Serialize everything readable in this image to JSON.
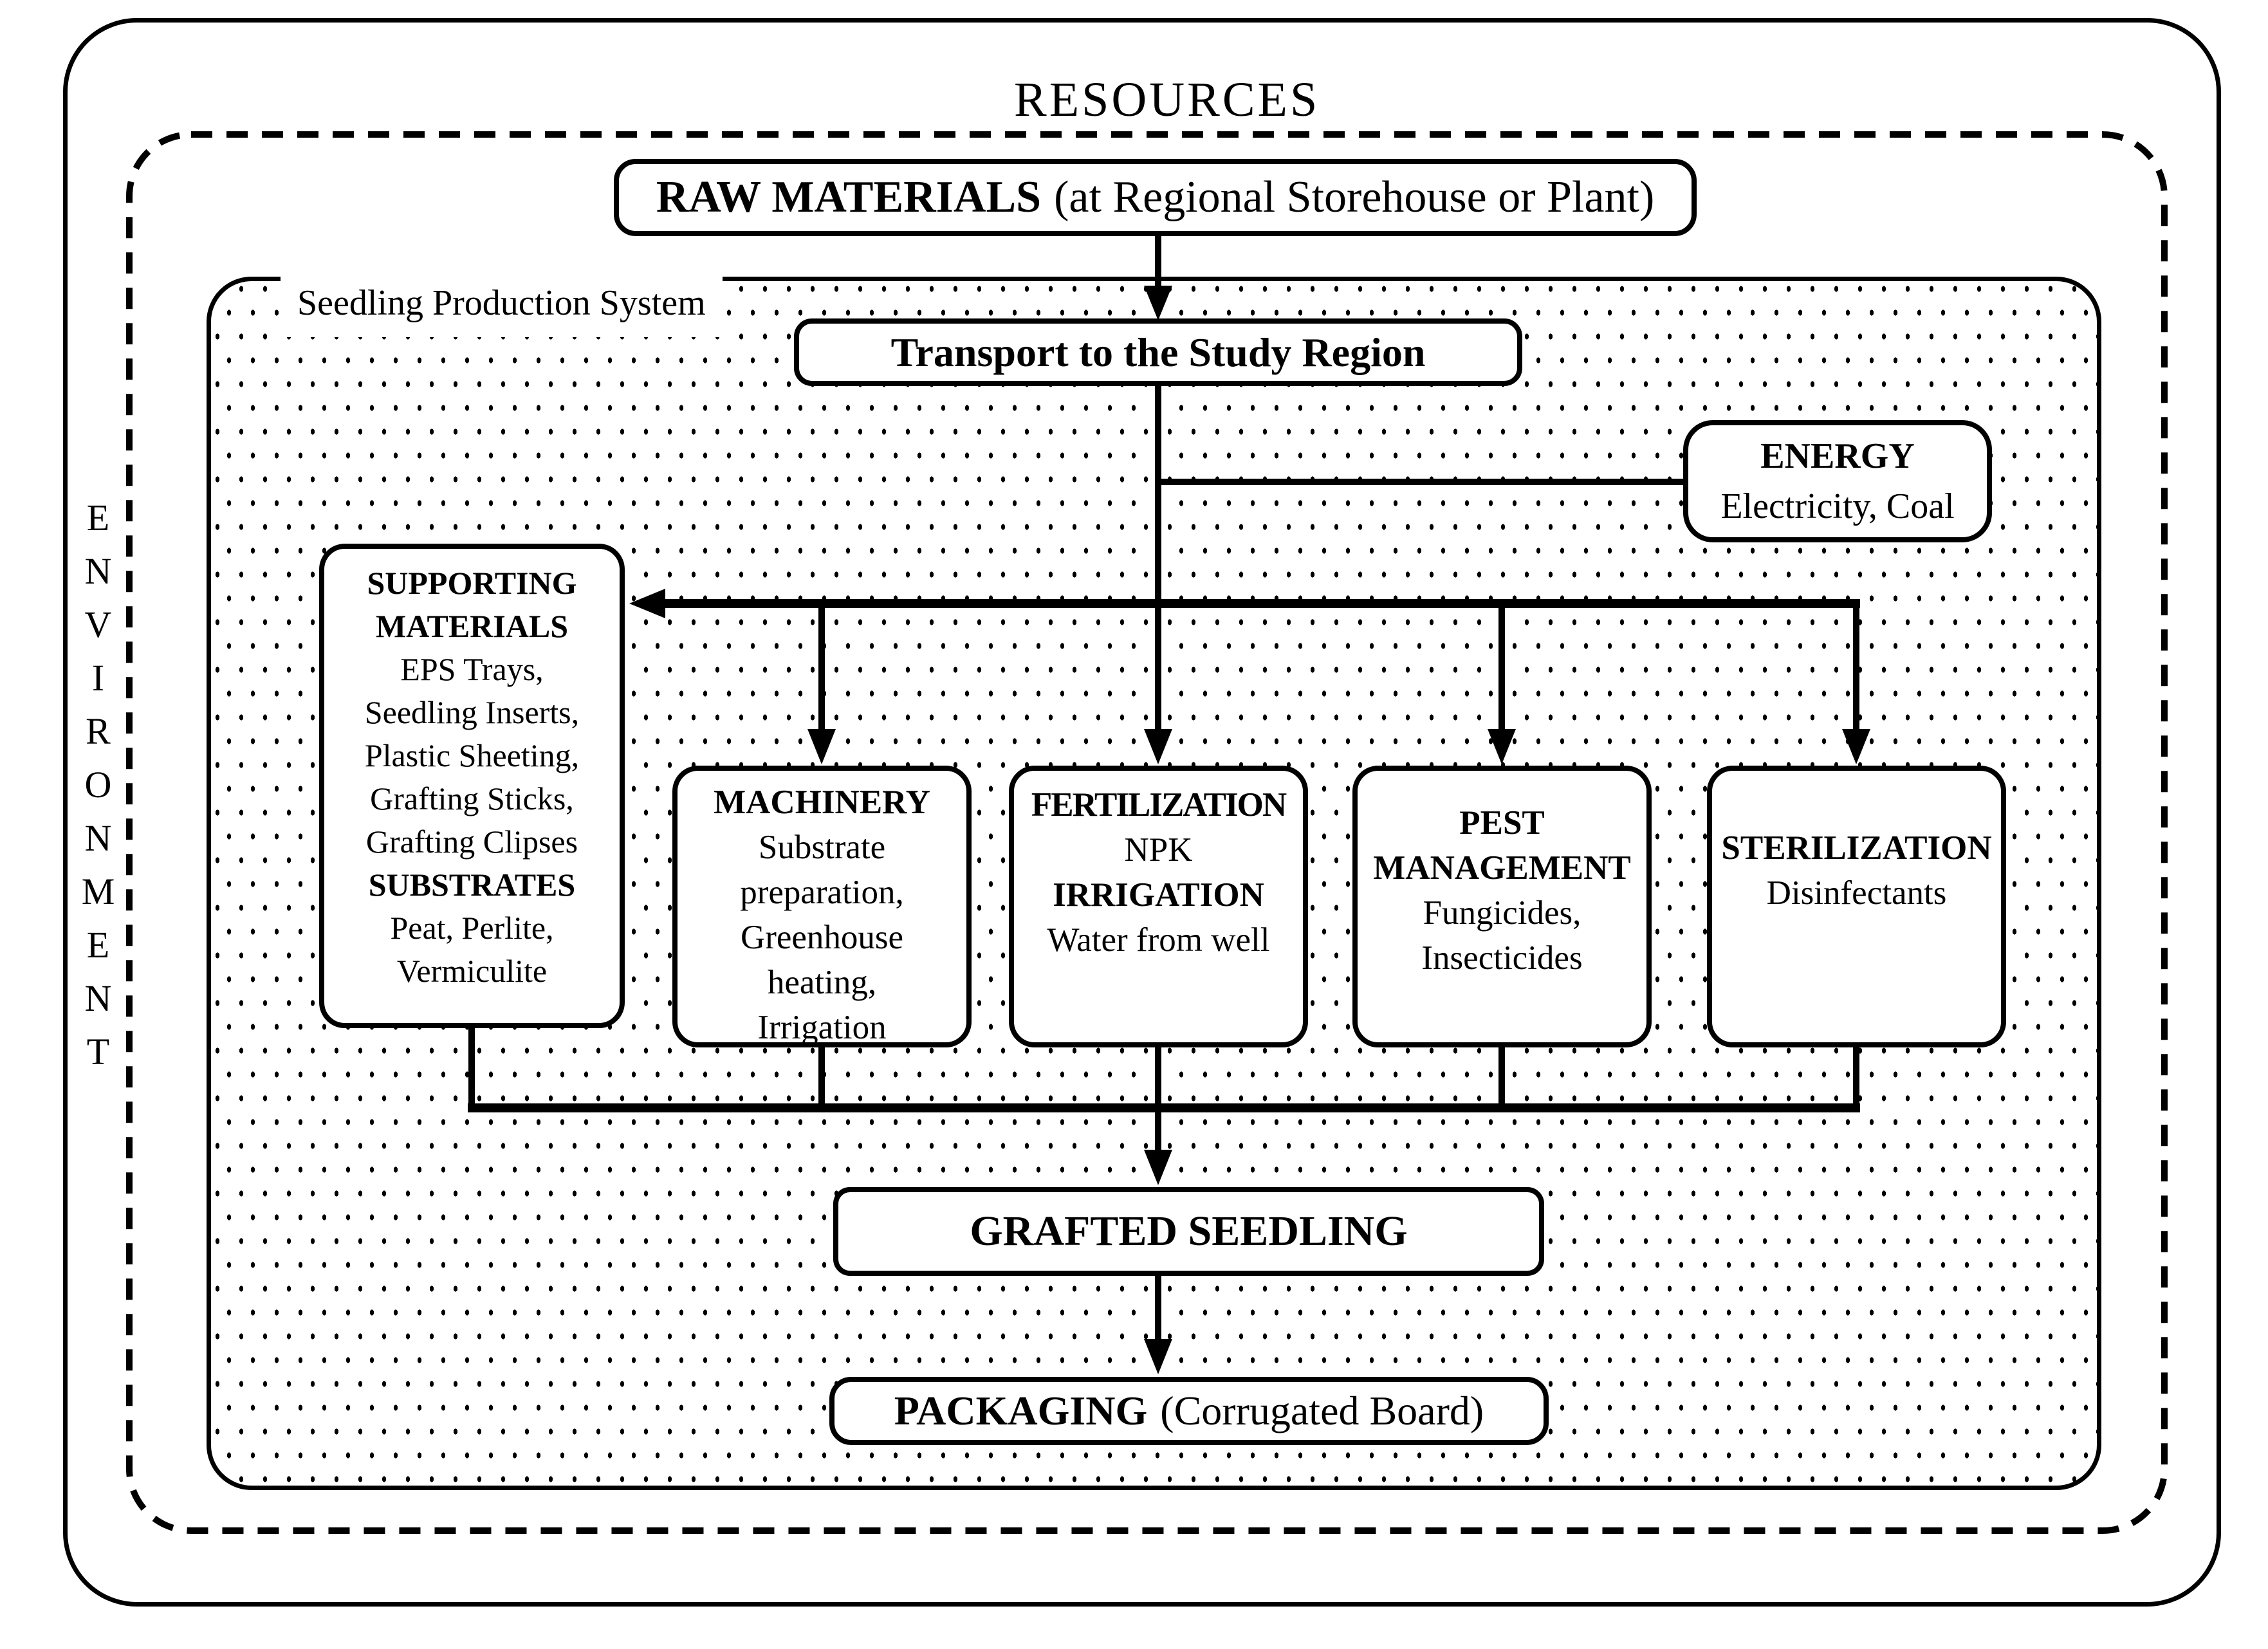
{
  "page": {
    "background": "#ffffff",
    "ink": "#000000"
  },
  "labels": {
    "resources": "RESOURCES",
    "environment": "ENVIRONMENT",
    "system": "Seedling Production System"
  },
  "boxes": {
    "raw_materials": {
      "title": "RAW MATERIALS",
      "subtitle": "(at Regional Storehouse or Plant)"
    },
    "transport": {
      "title": "Transport to the Study Region"
    },
    "energy": {
      "title": "ENERGY",
      "subtitle": "Electricity, Coal"
    },
    "supporting_materials": {
      "lines": [
        "SUPPORTING",
        "MATERIALS",
        "EPS Trays,",
        "Seedling Inserts,",
        "Plastic Sheeting,",
        "Grafting Sticks,",
        "Grafting Clipses",
        "SUBSTRATES",
        "Peat, Perlite,",
        "Vermiculite"
      ]
    },
    "machinery": {
      "lines": [
        "MACHINERY",
        "Substrate",
        "preparation,",
        "Greenhouse",
        "heating,",
        "Irrigation"
      ]
    },
    "fertilization": {
      "lines": [
        "FERTILIZATION",
        "NPK",
        "IRRIGATION",
        "Water from well"
      ]
    },
    "pest_management": {
      "lines": [
        "PEST",
        "MANAGEMENT",
        "Fungicides,",
        "Insecticides"
      ]
    },
    "sterilization": {
      "lines": [
        "STERILIZATION",
        "Disinfectants"
      ]
    },
    "grafted_seedling": {
      "title": "GRAFTED SEEDLING"
    },
    "packaging": {
      "title": "PACKAGING",
      "subtitle": "(Corrugated Board)"
    }
  }
}
